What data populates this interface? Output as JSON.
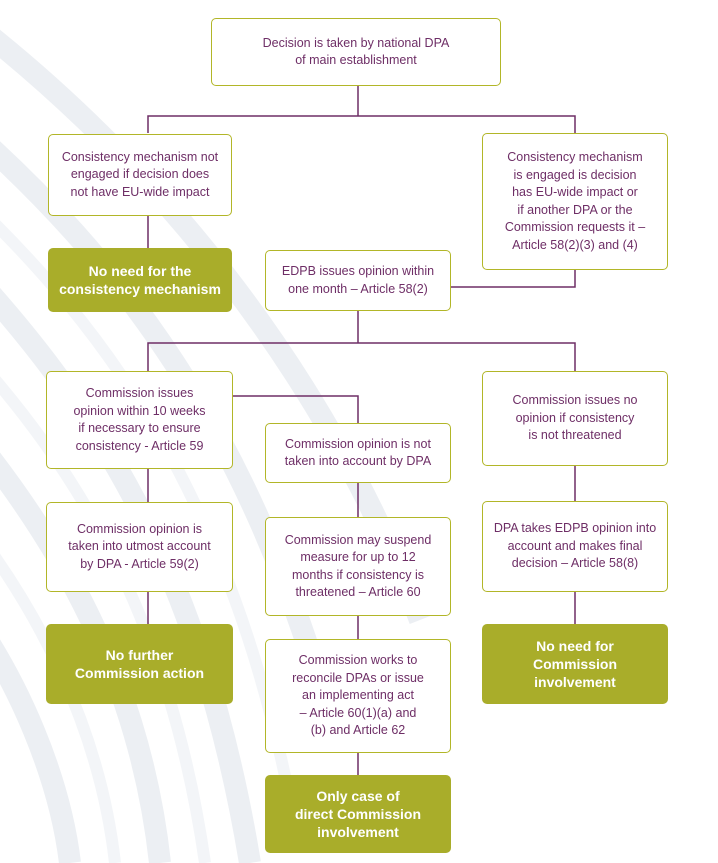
{
  "colors": {
    "box_border": "#b2b628",
    "box_text": "#6e2e66",
    "outcome_fill": "#a9ad2a",
    "outcome_text": "#ffffff",
    "connector": "#6e2e66"
  },
  "nodes": {
    "start": "Decision is taken by national DPA\nof main establishment",
    "not_engaged": "Consistency mechanism not\nengaged if decision does\nnot have EU-wide impact",
    "engaged": "Consistency mechanism\nis engaged is decision\nhas EU-wide impact or\nif another DPA or the\nCommission requests it –\nArticle 58(2)(3) and (4)",
    "no_need_mechanism": "No need for the\nconsistency mechanism",
    "edpb_opinion": "EDPB issues opinion within\none month – Article 58(2)",
    "commission_opinion": "Commission issues\nopinion within 10 weeks\nif necessary to ensure\nconsistency - Article 59",
    "no_opinion": "Commission issues no\nopinion if consistency\nis not threatened",
    "not_taken_into_account": "Commission opinion is not\ntaken into account by DPA",
    "utmost_account": "Commission opinion is\ntaken into utmost account\nby DPA - Article 59(2)",
    "dpa_takes_edpb": "DPA takes EDPB opinion into\naccount and makes final\ndecision – Article 58(8)",
    "may_suspend": "Commission may suspend\nmeasure for up to 12\nmonths if consistency is\nthreatened – Article 60",
    "no_further_action": "No further\nCommission action",
    "no_need_involvement": "No need for\nCommission\ninvolvement",
    "reconcile": "Commission works to\nreconcile DPAs or issue\nan implementing act\n– Article 60(1)(a) and\n(b) and Article 62",
    "direct_involvement": "Only case of\ndirect Commission\ninvolvement"
  }
}
